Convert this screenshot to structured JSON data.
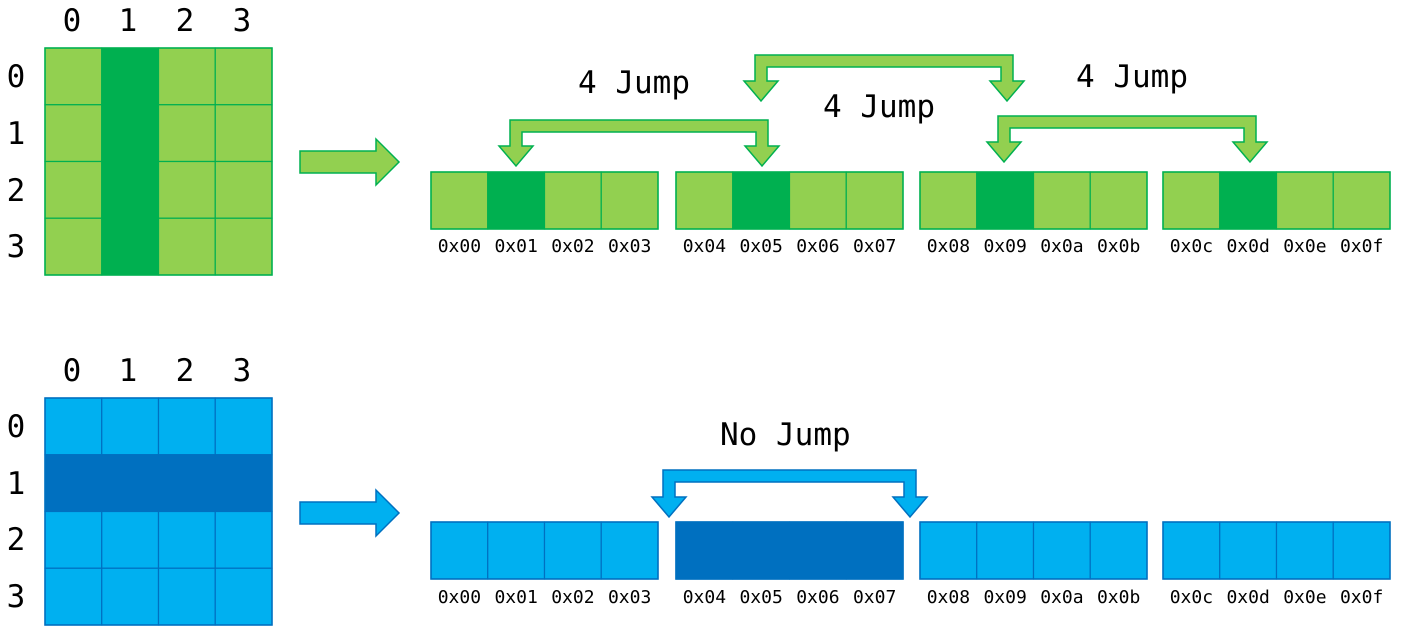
{
  "colors": {
    "green_light": "#92d050",
    "green_dark": "#00b050",
    "green_border": "#00b050",
    "blue_light": "#00b0f0",
    "blue_dark": "#0070c0",
    "blue_border": "#0070c0"
  },
  "column_headers": [
    "0",
    "1",
    "2",
    "3"
  ],
  "row_headers": [
    "0",
    "1",
    "2",
    "3"
  ],
  "addresses": [
    "0x00",
    "0x01",
    "0x02",
    "0x03",
    "0x04",
    "0x05",
    "0x06",
    "0x07",
    "0x08",
    "0x09",
    "0x0a",
    "0x0b",
    "0x0c",
    "0x0d",
    "0x0e",
    "0x0f"
  ],
  "column_major": {
    "highlighted_column": 1,
    "jump_labels": [
      "4 Jump",
      "4 Jump",
      "4 Jump"
    ]
  },
  "row_major": {
    "highlighted_row": 1,
    "jump_label": "No Jump"
  },
  "icons": [
    "right-arrow-icon",
    "jump-arrow-icon"
  ]
}
